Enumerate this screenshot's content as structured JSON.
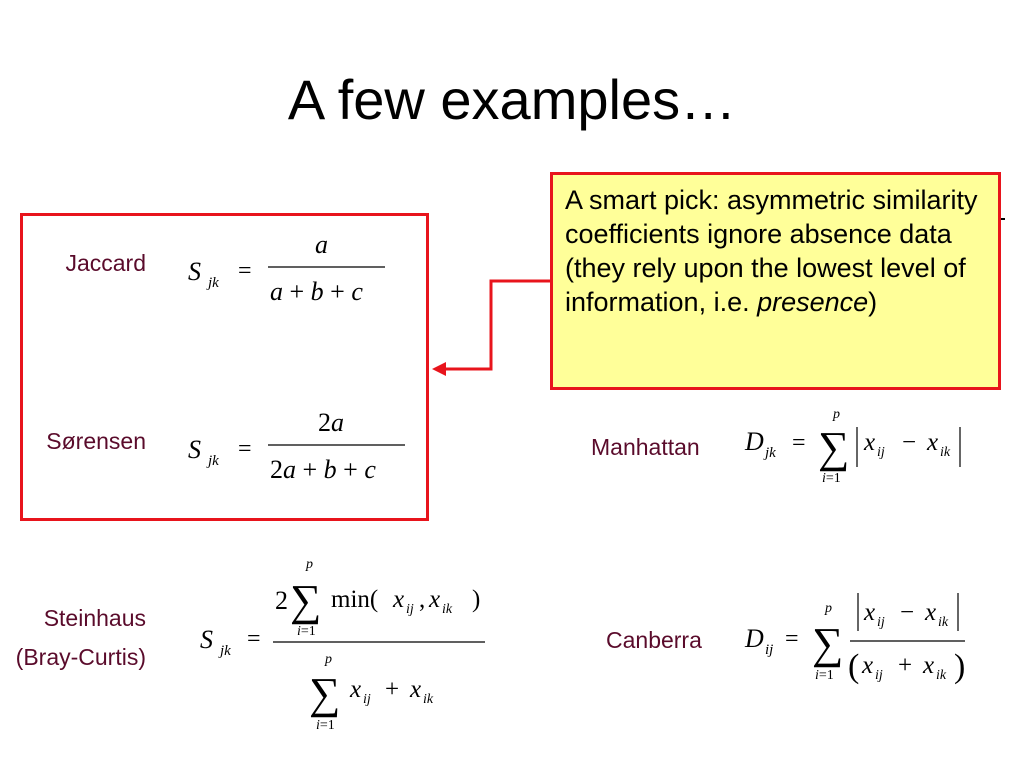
{
  "slide": {
    "title": "A few examples…",
    "callout": {
      "text_before": "A smart pick: asymmetric similarity coefficients ignore absence data (they rely upon the lowest level of information, i.e. ",
      "emphasis": "presence",
      "text_after": ")"
    },
    "labels": {
      "jaccard": "Jaccard",
      "sorensen": "Sørensen",
      "steinhaus_line1": "Steinhaus",
      "steinhaus_line2": "(Bray-Curtis)",
      "manhattan": "Manhattan",
      "canberra": "Canberra"
    },
    "colors": {
      "frame": "#e8141c",
      "callout_fill": "#ffff99",
      "label_text": "#5a0b2b"
    }
  }
}
